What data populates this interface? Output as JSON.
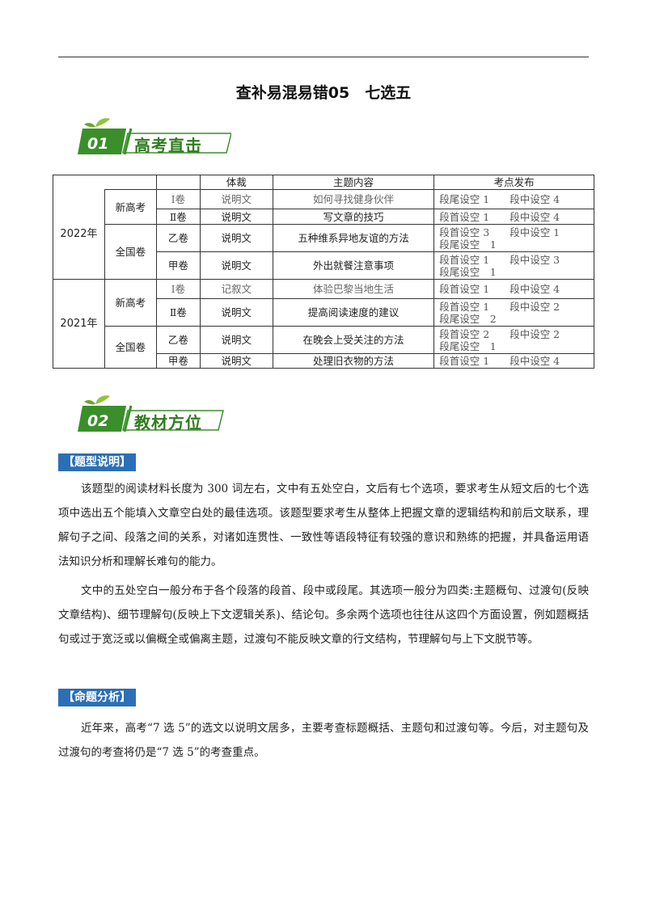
{
  "title": "查补易混易错05　七选五",
  "sections": [
    {
      "num": "01",
      "label": "高考直击"
    },
    {
      "num": "02",
      "label": "教材方位"
    }
  ],
  "table": {
    "headers": [
      "体裁",
      "主题内容",
      "考点发布"
    ],
    "years": [
      "2022年",
      "2021年"
    ],
    "groups": [
      "新高考",
      "全国卷",
      "新高考",
      "全国卷"
    ],
    "rows": [
      {
        "paper": "Ⅰ卷",
        "genre": "说明文",
        "topic": "如何寻找健身伙伴",
        "points": [
          "段尾设空 1　　段中设空 4"
        ]
      },
      {
        "paper": "Ⅱ卷",
        "genre": "说明文",
        "topic": "写文章的技巧",
        "points": [
          "段首设空 1　　段中设空 4"
        ]
      },
      {
        "paper": "乙卷",
        "genre": "说明文",
        "topic": "五种维系异地友谊的方法",
        "points": [
          "段首设空 3　　段中设空 1",
          "段尾设空　1"
        ]
      },
      {
        "paper": "甲卷",
        "genre": "说明文",
        "topic": "外出就餐注意事项",
        "points": [
          "段首设空 1　　段中设空 3",
          "段尾设空　1"
        ]
      },
      {
        "paper": "Ⅰ卷",
        "genre": "记叙文",
        "topic": "体验巴黎当地生活",
        "points": [
          "段首设空 1　　段中设空 4"
        ]
      },
      {
        "paper": "Ⅱ卷",
        "genre": "说明文",
        "topic": "提高阅读速度的建议",
        "points": [
          "段首设空 1　　段中设空 2",
          "段尾设空　2"
        ]
      },
      {
        "paper": "乙卷",
        "genre": "说明文",
        "topic": "在晚会上受关注的方法",
        "points": [
          "段首设空 2　　段中设空 2",
          "段尾设空　1"
        ]
      },
      {
        "paper": "甲卷",
        "genre": "说明文",
        "topic": "处理旧衣物的方法",
        "points": [
          "段首设空 1　　段中设空 4"
        ]
      }
    ]
  },
  "tags": [
    "【题型说明】",
    "【命题分析】"
  ],
  "paragraphs": [
    "该题型的阅读材料长度为 300 词左右，文中有五处空白，文后有七个选项，要求考生从短文后的七个选项中选出五个能填入文章空白处的最佳选项。该题型要求考生从整体上把握文章的逻辑结构和前后文联系，理解句子之间、段落之间的关系，对诸如连贯性、一致性等语段特征有较强的意识和熟练的把握，并具备运用语法知识分析和理解长难句的能力。",
    "文中的五处空白一般分布于各个段落的段首、段中或段尾。其选项一般分为四类:主题概句、过渡句(反映文章结构)、细节理解句(反映上下文逻辑关系)、结论句。多余两个选项也往往从这四个方面设置，例如题概括句或过于宽泛或以偏概全或偏离主题，过渡句不能反映文章的行文结构，节理解句与上下文脱节等。",
    "近年来，高考“7 选 5”的选文以说明文居多，主要考查标题概括、主题句和过渡句等。今后，对主题句及过渡句的考查将仍是“7 选 5”的考查重点。"
  ],
  "colors": {
    "tag_bg": "#2b6fb6",
    "section_green": "#3a8f2a",
    "heading_green": "#2f7d1e"
  }
}
